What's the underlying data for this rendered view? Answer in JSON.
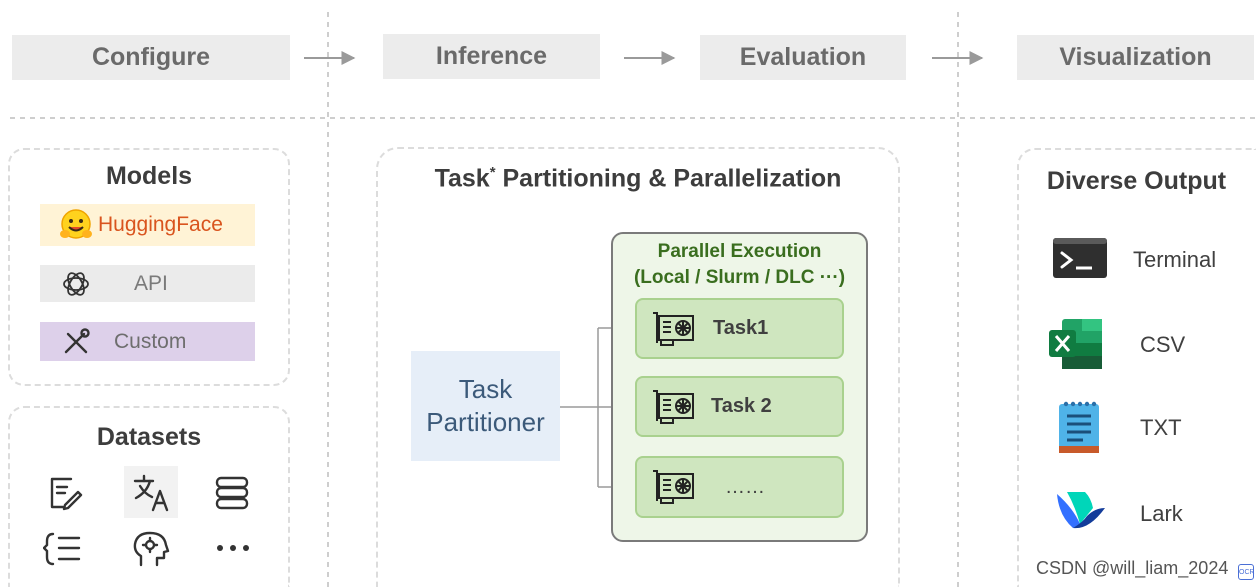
{
  "stages": [
    "Configure",
    "Inference",
    "Evaluation",
    "Visualization"
  ],
  "models": {
    "title": "Models",
    "items": [
      {
        "label": "HuggingFace",
        "icon": "hugging-face-icon",
        "bg": "#fff3d6",
        "color": "#d9541e"
      },
      {
        "label": "API",
        "icon": "openai-icon",
        "bg": "#ebebeb",
        "color": "#7a7a7a"
      },
      {
        "label": "Custom",
        "icon": "tools-icon",
        "bg": "#ddd0ea",
        "color": "#6e6e6e"
      }
    ]
  },
  "datasets": {
    "title": "Datasets",
    "icons": [
      "edit-document-icon",
      "translate-icon",
      "layers-icon",
      "list-icon",
      "brain-icon",
      "more-icon"
    ]
  },
  "inference": {
    "title": "Task",
    "title_sup": "*",
    "title_rest": " Partitioning & Parallelization",
    "partitioner": [
      "Task",
      "Partitioner"
    ],
    "parallel_title": [
      "Parallel Execution",
      "(Local / Slurm / DLC ···)"
    ],
    "tasks": [
      "Task1",
      "Task 2",
      "……"
    ]
  },
  "output": {
    "title": "Diverse Output",
    "items": [
      {
        "label": "Terminal",
        "icon": "terminal-icon"
      },
      {
        "label": "CSV",
        "icon": "excel-icon"
      },
      {
        "label": "TXT",
        "icon": "notepad-icon"
      },
      {
        "label": "Lark",
        "icon": "lark-icon"
      }
    ]
  },
  "watermark": "CSDN @will_liam_2024",
  "colors": {
    "stage_bg": "#ececec",
    "partitioner_bg": "#e6eef8",
    "parallel_bg": "#eef6e8",
    "task_bg": "#cfe6bf",
    "parallel_title": "#3a6e1f"
  }
}
